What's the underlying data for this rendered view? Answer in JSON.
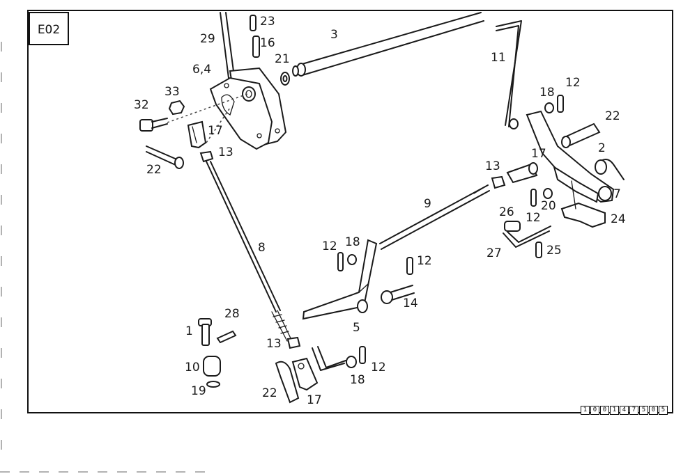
{
  "diagram_code": "E02",
  "reference_number": [
    "1",
    "0",
    "0",
    "1",
    "4",
    "7",
    "5",
    "0",
    "5"
  ],
  "callouts": {
    "c23": "23",
    "c29": "29",
    "c3": "3",
    "c16": "16",
    "c21": "21",
    "c64": "6,4",
    "c11": "11",
    "c33": "33",
    "c32": "32",
    "c17a": "17",
    "c18a": "18",
    "c12a": "12",
    "c22b": "22",
    "c13a": "13",
    "c22a": "22",
    "c2": "2",
    "c13b": "13",
    "c17b": "17",
    "c7": "7",
    "c9": "9",
    "c26": "26",
    "c20": "20",
    "c12b": "12",
    "c24": "24",
    "c27": "27",
    "c25": "25",
    "c8": "8",
    "c12c": "12",
    "c18b": "18",
    "c12d": "12",
    "c14": "14",
    "c5": "5",
    "c28": "28",
    "c1": "1",
    "c13c": "13",
    "c10": "10",
    "c12e": "12",
    "c19": "19",
    "c18c": "18",
    "c22c": "22",
    "c17c": "17"
  }
}
